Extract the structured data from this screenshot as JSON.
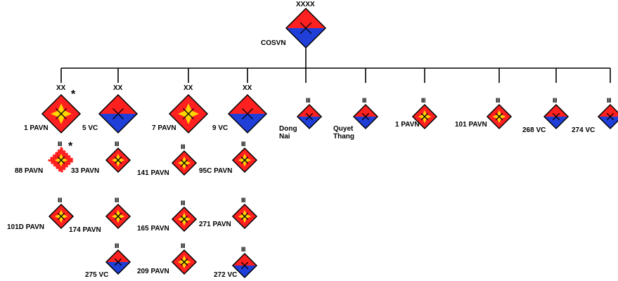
{
  "root": {
    "echelon": "XXXX",
    "label": "COSVN",
    "type": "vc"
  },
  "colors": {
    "pavn": "#ff2020",
    "pavn_burst": "#ffd700",
    "vc_top": "#ff2020",
    "vc_bottom": "#1f3fd8",
    "outline": "#000000"
  },
  "units": {
    "d1": {
      "echelon": "XX",
      "label": "1 PAVN",
      "type": "pavn",
      "marker": "*"
    },
    "d5": {
      "echelon": "XX",
      "label": "5 VC",
      "type": "vc"
    },
    "d7": {
      "echelon": "XX",
      "label": "7 PAVN",
      "type": "pavn"
    },
    "d9": {
      "echelon": "XX",
      "label": "9 VC",
      "type": "vc"
    },
    "r_dongnai": {
      "echelon": "III",
      "label": "Dong\nNai",
      "type": "vc"
    },
    "r_quyet": {
      "echelon": "III",
      "label": "Quyet\nThang",
      "type": "vc"
    },
    "r_1": {
      "echelon": "III",
      "label": "1 PAVN",
      "type": "pavn"
    },
    "r_101": {
      "echelon": "III",
      "label": "101 PAVN",
      "type": "pavn"
    },
    "r_268": {
      "echelon": "III",
      "label": "268 VC",
      "type": "vc"
    },
    "r_274": {
      "echelon": "III",
      "label": "274 VC",
      "type": "vc"
    },
    "r_88": {
      "echelon": "III",
      "label": "88 PAVN",
      "type": "pavn-dashed",
      "marker": "*"
    },
    "r_101d": {
      "echelon": "III",
      "label": "101D PAVN",
      "type": "pavn"
    },
    "r_33": {
      "echelon": "III",
      "label": "33 PAVN",
      "type": "pavn"
    },
    "r_174": {
      "echelon": "III",
      "label": "174 PAVN",
      "type": "pavn"
    },
    "r_275": {
      "echelon": "III",
      "label": "275 VC",
      "type": "vc"
    },
    "r_141": {
      "echelon": "III",
      "label": "141 PAVN",
      "type": "pavn"
    },
    "r_165": {
      "echelon": "III",
      "label": "165 PAVN",
      "type": "pavn"
    },
    "r_209": {
      "echelon": "III",
      "label": "209 PAVN",
      "type": "pavn"
    },
    "r_95c": {
      "echelon": "III",
      "label": "95C PAVN",
      "type": "pavn"
    },
    "r_271": {
      "echelon": "III",
      "label": "271 PAVN",
      "type": "pavn"
    },
    "r_272": {
      "echelon": "III",
      "label": "272 VC",
      "type": "vc"
    }
  }
}
